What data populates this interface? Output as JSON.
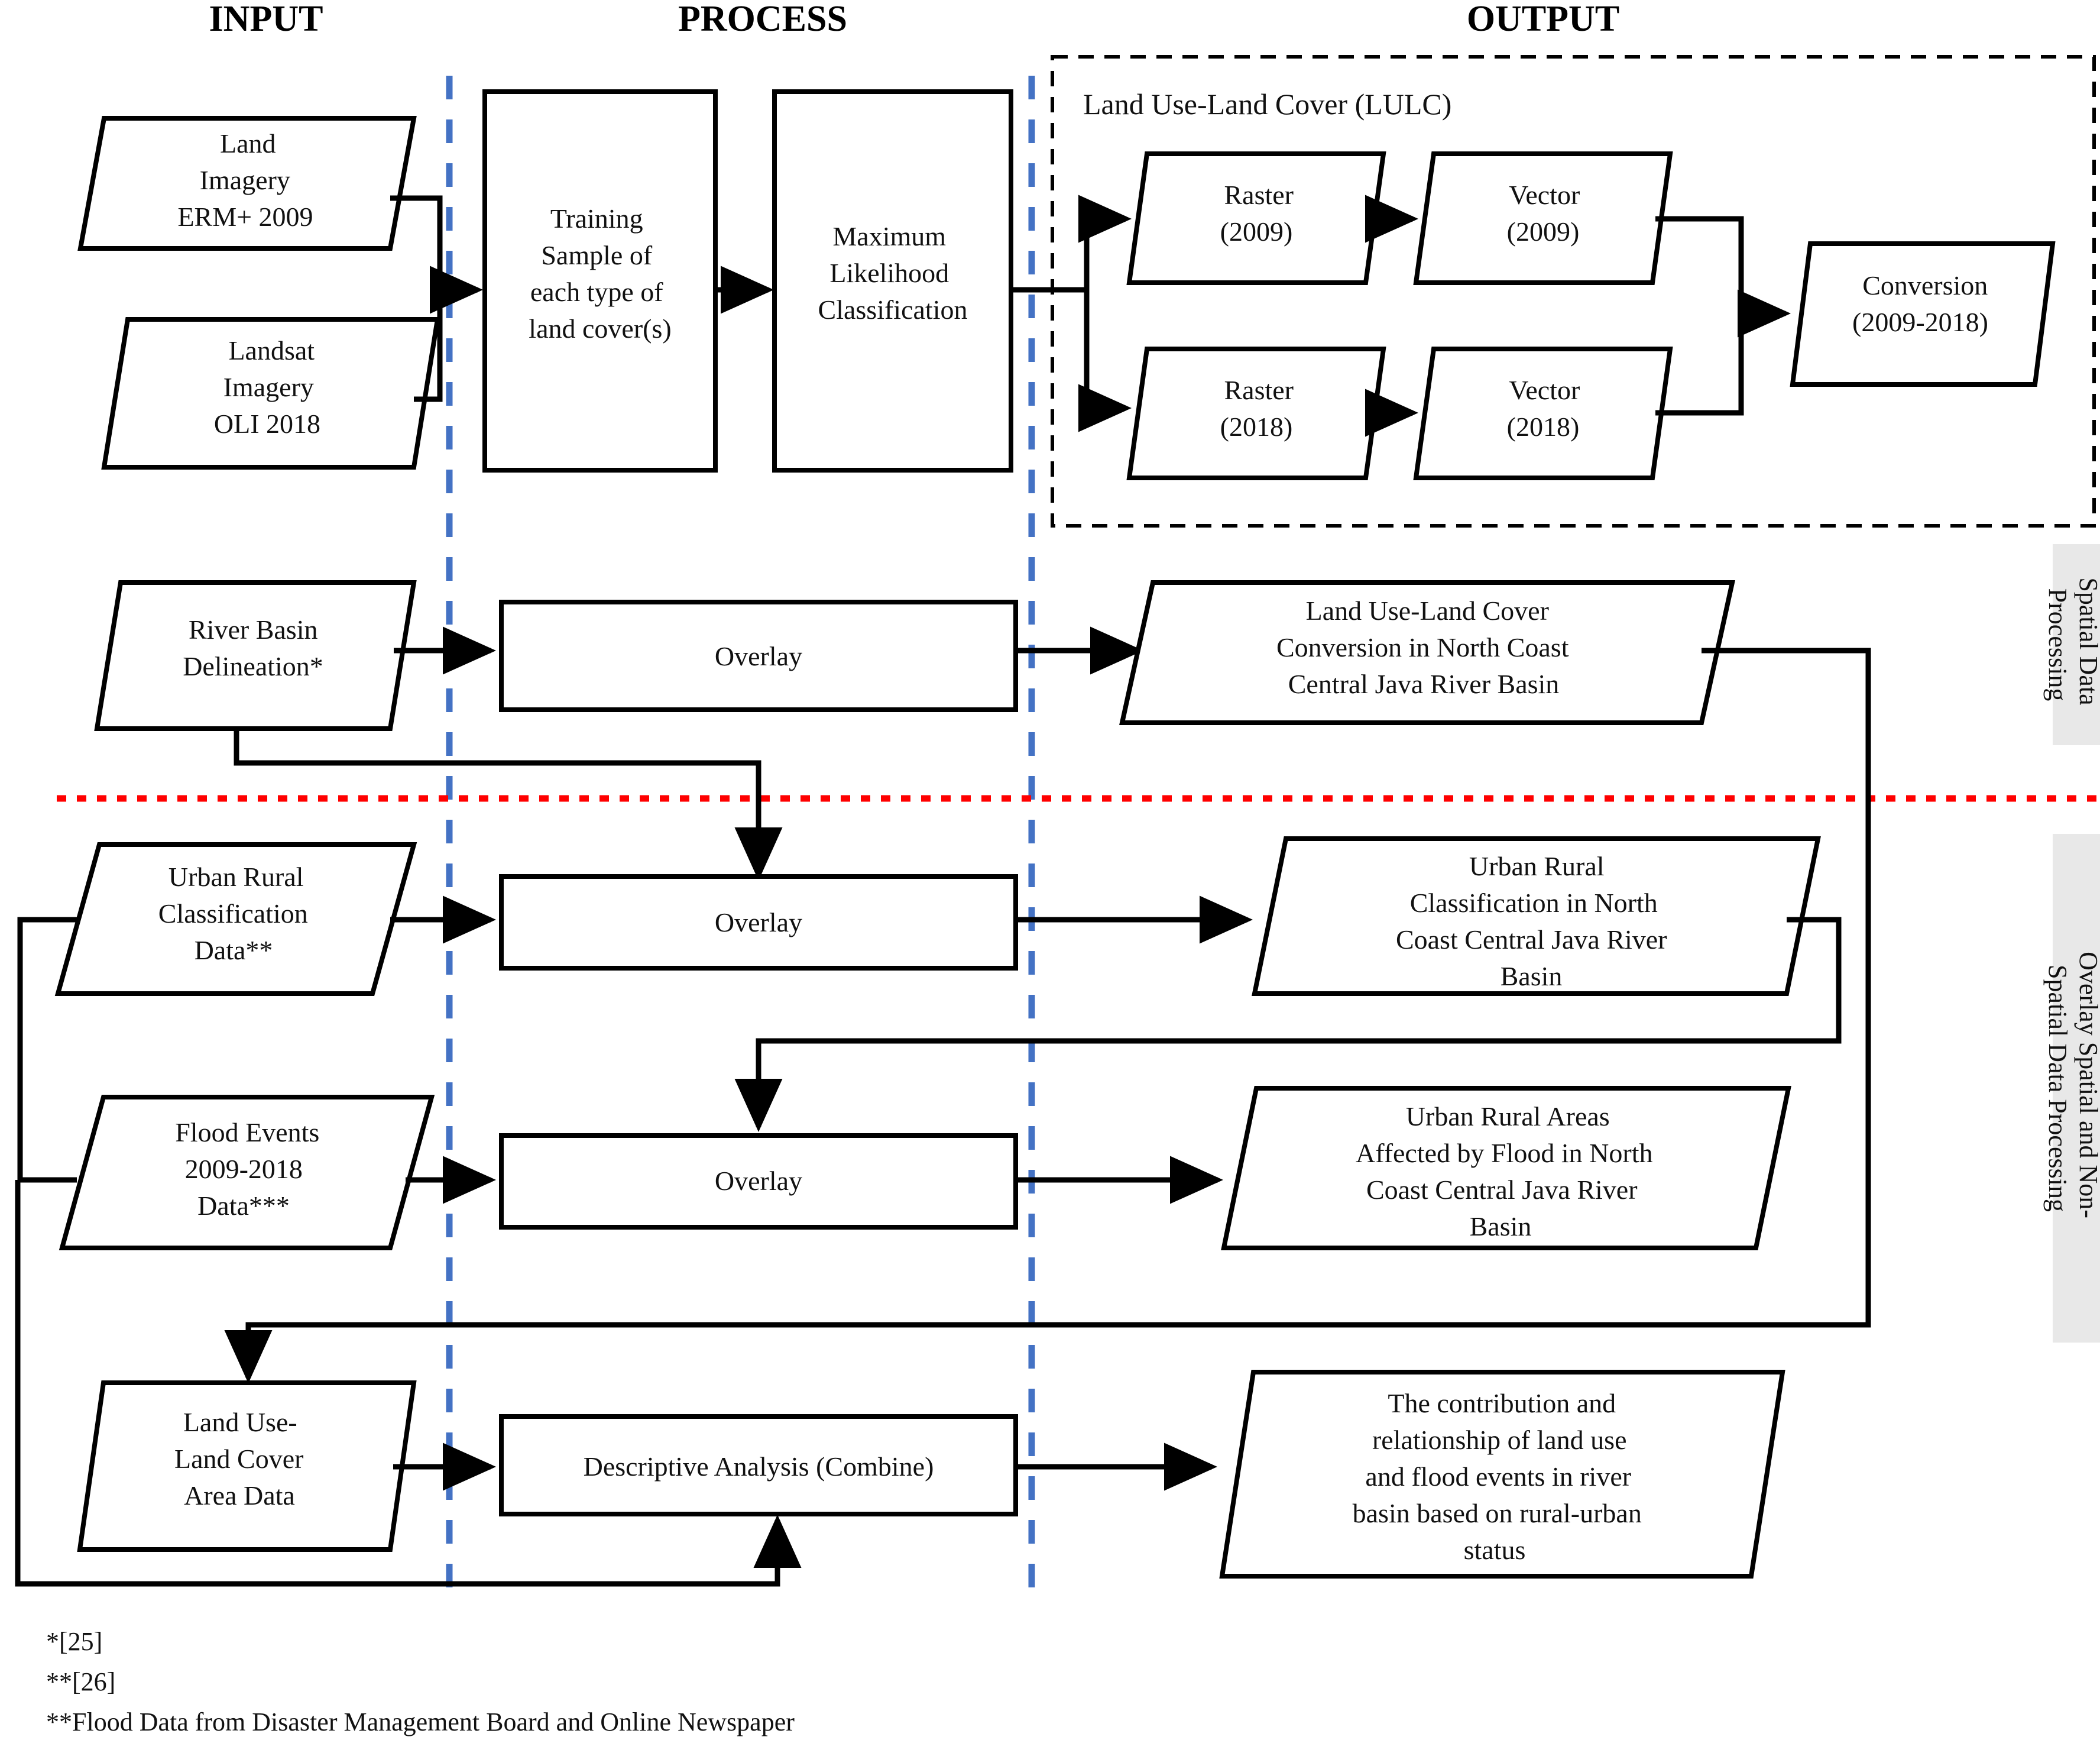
{
  "headers": {
    "input": "INPUT",
    "process": "PROCESS",
    "output": "OUTPUT"
  },
  "groups": {
    "lulc_title": "Land Use-Land Cover (LULC)",
    "side_label_top": "Spatial Data Processing",
    "side_label_bottom": "Overlay Spatial and Non-Spatial Data Processing"
  },
  "nodes": {
    "land_imagery": [
      "Land",
      "Imagery",
      "ERM+ 2009"
    ],
    "landsat_imagery": [
      "Landsat",
      "Imagery",
      "OLI 2018"
    ],
    "training_sample": [
      "Training",
      "Sample of",
      "each type of",
      "land cover(s)"
    ],
    "max_likelihood": [
      "Maximum",
      "Likelihood",
      "Classification"
    ],
    "raster_2009": [
      "Raster",
      "(2009)"
    ],
    "vector_2009": [
      "Vector",
      "(2009)"
    ],
    "raster_2018": [
      "Raster",
      "(2018)"
    ],
    "vector_2018": [
      "Vector",
      "(2018)"
    ],
    "conversion": [
      "Conversion",
      "(2009-2018)"
    ],
    "river_basin": [
      "River Basin",
      "Delineation*"
    ],
    "overlay_1": [
      "Overlay"
    ],
    "lulc_conversion_out": [
      "Land Use-Land Cover",
      "Conversion in North Coast",
      "Central Java River Basin"
    ],
    "urban_rural_data": [
      "Urban Rural",
      "Classification",
      "Data**"
    ],
    "overlay_2": [
      "Overlay"
    ],
    "urban_rural_out": [
      "Urban Rural",
      "Classification in North",
      "Coast Central Java River",
      "Basin"
    ],
    "flood_events_data": [
      "Flood Events",
      "2009-2018",
      "Data***"
    ],
    "overlay_3": [
      "Overlay"
    ],
    "flood_areas_out": [
      "Urban Rural Areas",
      "Affected by Flood in North",
      "Coast Central Java River",
      "Basin"
    ],
    "lulc_area_data": [
      "Land Use-",
      "Land Cover",
      "Area Data"
    ],
    "descriptive_analysis": [
      "Descriptive Analysis (Combine)"
    ],
    "final_out": [
      "The contribution and",
      "relationship of land use",
      "and flood events in river",
      "basin based on rural-urban",
      "status"
    ]
  },
  "footnotes": [
    "*[25]",
    "**[26]",
    "**Flood Data from Disaster Management Board and Online Newspaper"
  ],
  "colors": {
    "divider_blue": "#4472C4",
    "divider_red": "#FF0000",
    "side_label_bg": "#E8E8E8",
    "shape_stroke": "#000000"
  }
}
